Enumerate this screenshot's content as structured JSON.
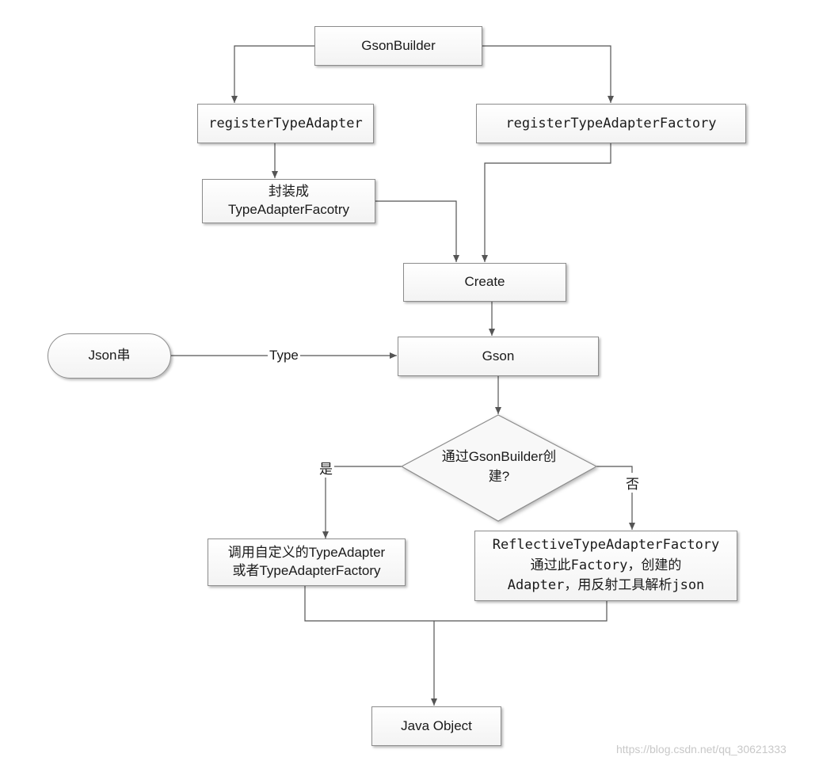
{
  "nodes": {
    "gson_builder": "GsonBuilder",
    "register_type_adapter": "registerTypeAdapter",
    "register_type_adapter_factory": "registerTypeAdapterFactory",
    "wrap_line1": "封装成",
    "wrap_line2": "TypeAdapterFacotry",
    "create": "Create",
    "json_string": "Json串",
    "gson": "Gson",
    "decision_line1": "通过GsonBuilder创",
    "decision_line2": "建?",
    "custom_line1": "调用自定义的TypeAdapter",
    "custom_line2": "或者TypeAdapterFactory",
    "reflective_line1": "ReflectiveTypeAdapterFactory",
    "reflective_line2": "通过此Factory，创建的",
    "reflective_line3": "Adapter，用反射工具解析json",
    "java_object": "Java Object"
  },
  "edge_labels": {
    "type": "Type",
    "yes": "是",
    "no": "否"
  },
  "watermark": "https://blog.csdn.net/qq_30621333",
  "colors": {
    "line": "#555555",
    "border": "#8c8c8c"
  }
}
